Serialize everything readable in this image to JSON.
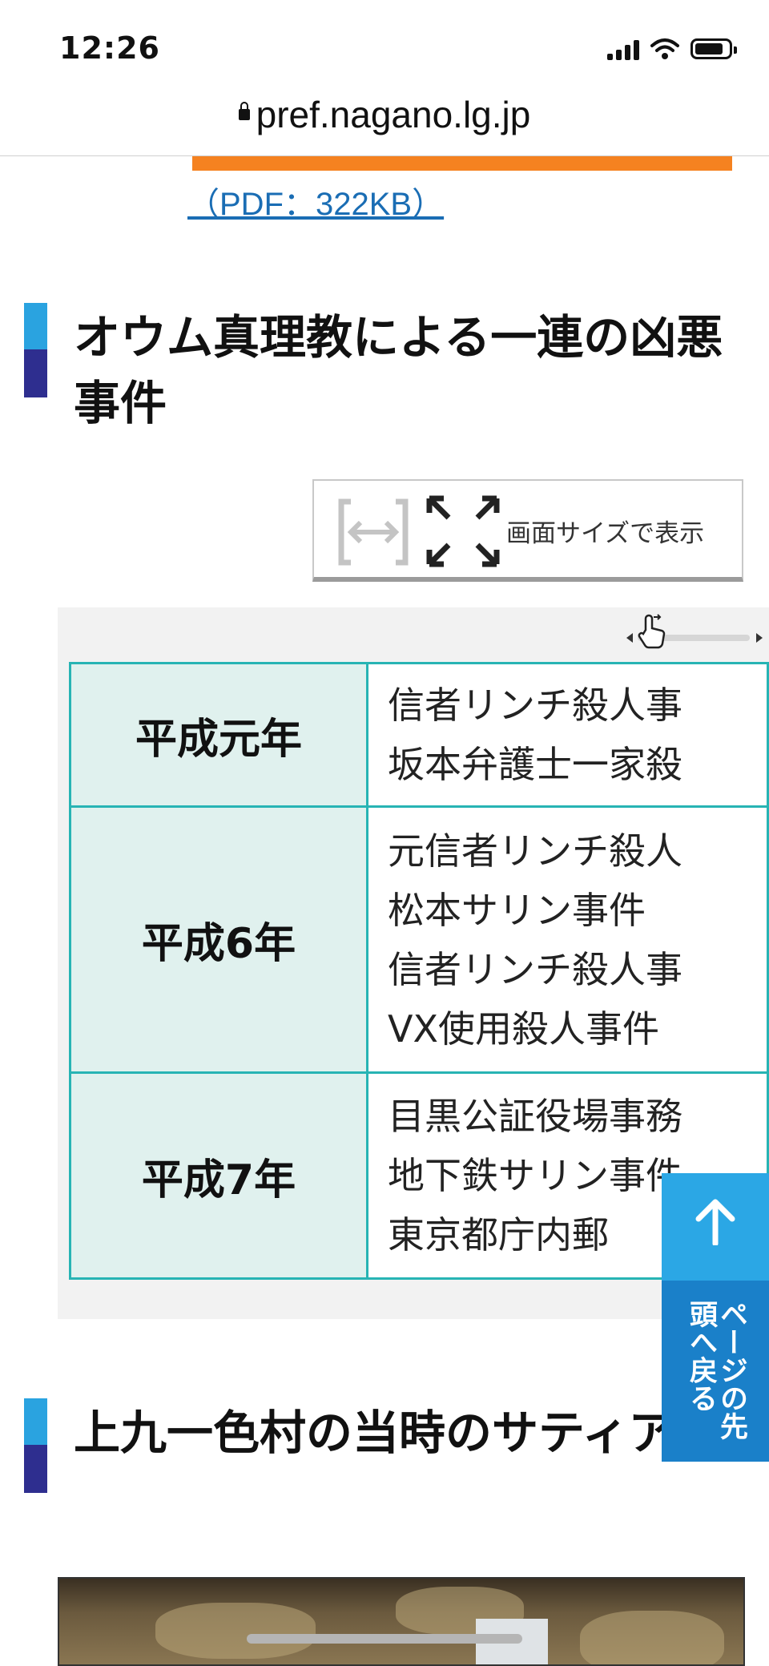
{
  "status_bar": {
    "time": "12:26"
  },
  "browser": {
    "url": "pref.nagano.lg.jp"
  },
  "pdf_link": "（PDF：322KB）",
  "section1": {
    "heading": "オウム真理教による一連の凶悪事件"
  },
  "fullscreen_button": {
    "label": "画面サイズで表示"
  },
  "events_table": {
    "rows": [
      {
        "year": "平成元年",
        "events": [
          "信者リンチ殺人事",
          "坂本弁護士一家殺"
        ]
      },
      {
        "year": "平成6年",
        "events": [
          "元信者リンチ殺人",
          "松本サリン事件",
          "信者リンチ殺人事",
          "VX使用殺人事件"
        ]
      },
      {
        "year": "平成7年",
        "events": [
          "目黒公証役場事務",
          "地下鉄サリン事件",
          "東京都庁内郵"
        ]
      }
    ]
  },
  "back_to_top": {
    "label": "ページの先頭へ戻る"
  },
  "section2": {
    "heading": "上九一色村の当時のサティアン"
  },
  "colors": {
    "heading_bar_top": "#2aa3e0",
    "heading_bar_bottom": "#2e2e8f",
    "table_border": "#27b4b4",
    "link": "#1a6db4",
    "back_to_top": "#1a80c9"
  }
}
